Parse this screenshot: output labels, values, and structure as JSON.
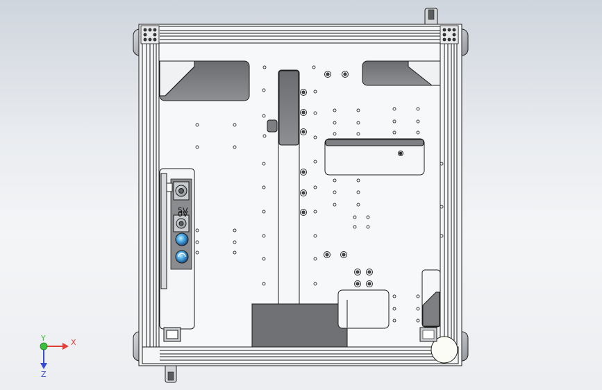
{
  "viewport": {
    "background_top": "#cfd5dd",
    "background_bottom": "#f4f5f7"
  },
  "triad": {
    "x_label": "X",
    "y_label": "Y",
    "z_label": "Z",
    "x_color": "#e0403a",
    "y_color": "#3fbf3f",
    "z_color": "#3a4cd6"
  },
  "model": {
    "frame_color": "#f2f3f5",
    "edge_color": "#1c1c1c",
    "panel_fill": "#7d7f82",
    "block_fill": "#6f7174",
    "accent_blue": "#3f8fd8",
    "highlight_cyan": "#9be3f3"
  },
  "connector_panel": {
    "labels": [
      "5V",
      "0V"
    ]
  }
}
